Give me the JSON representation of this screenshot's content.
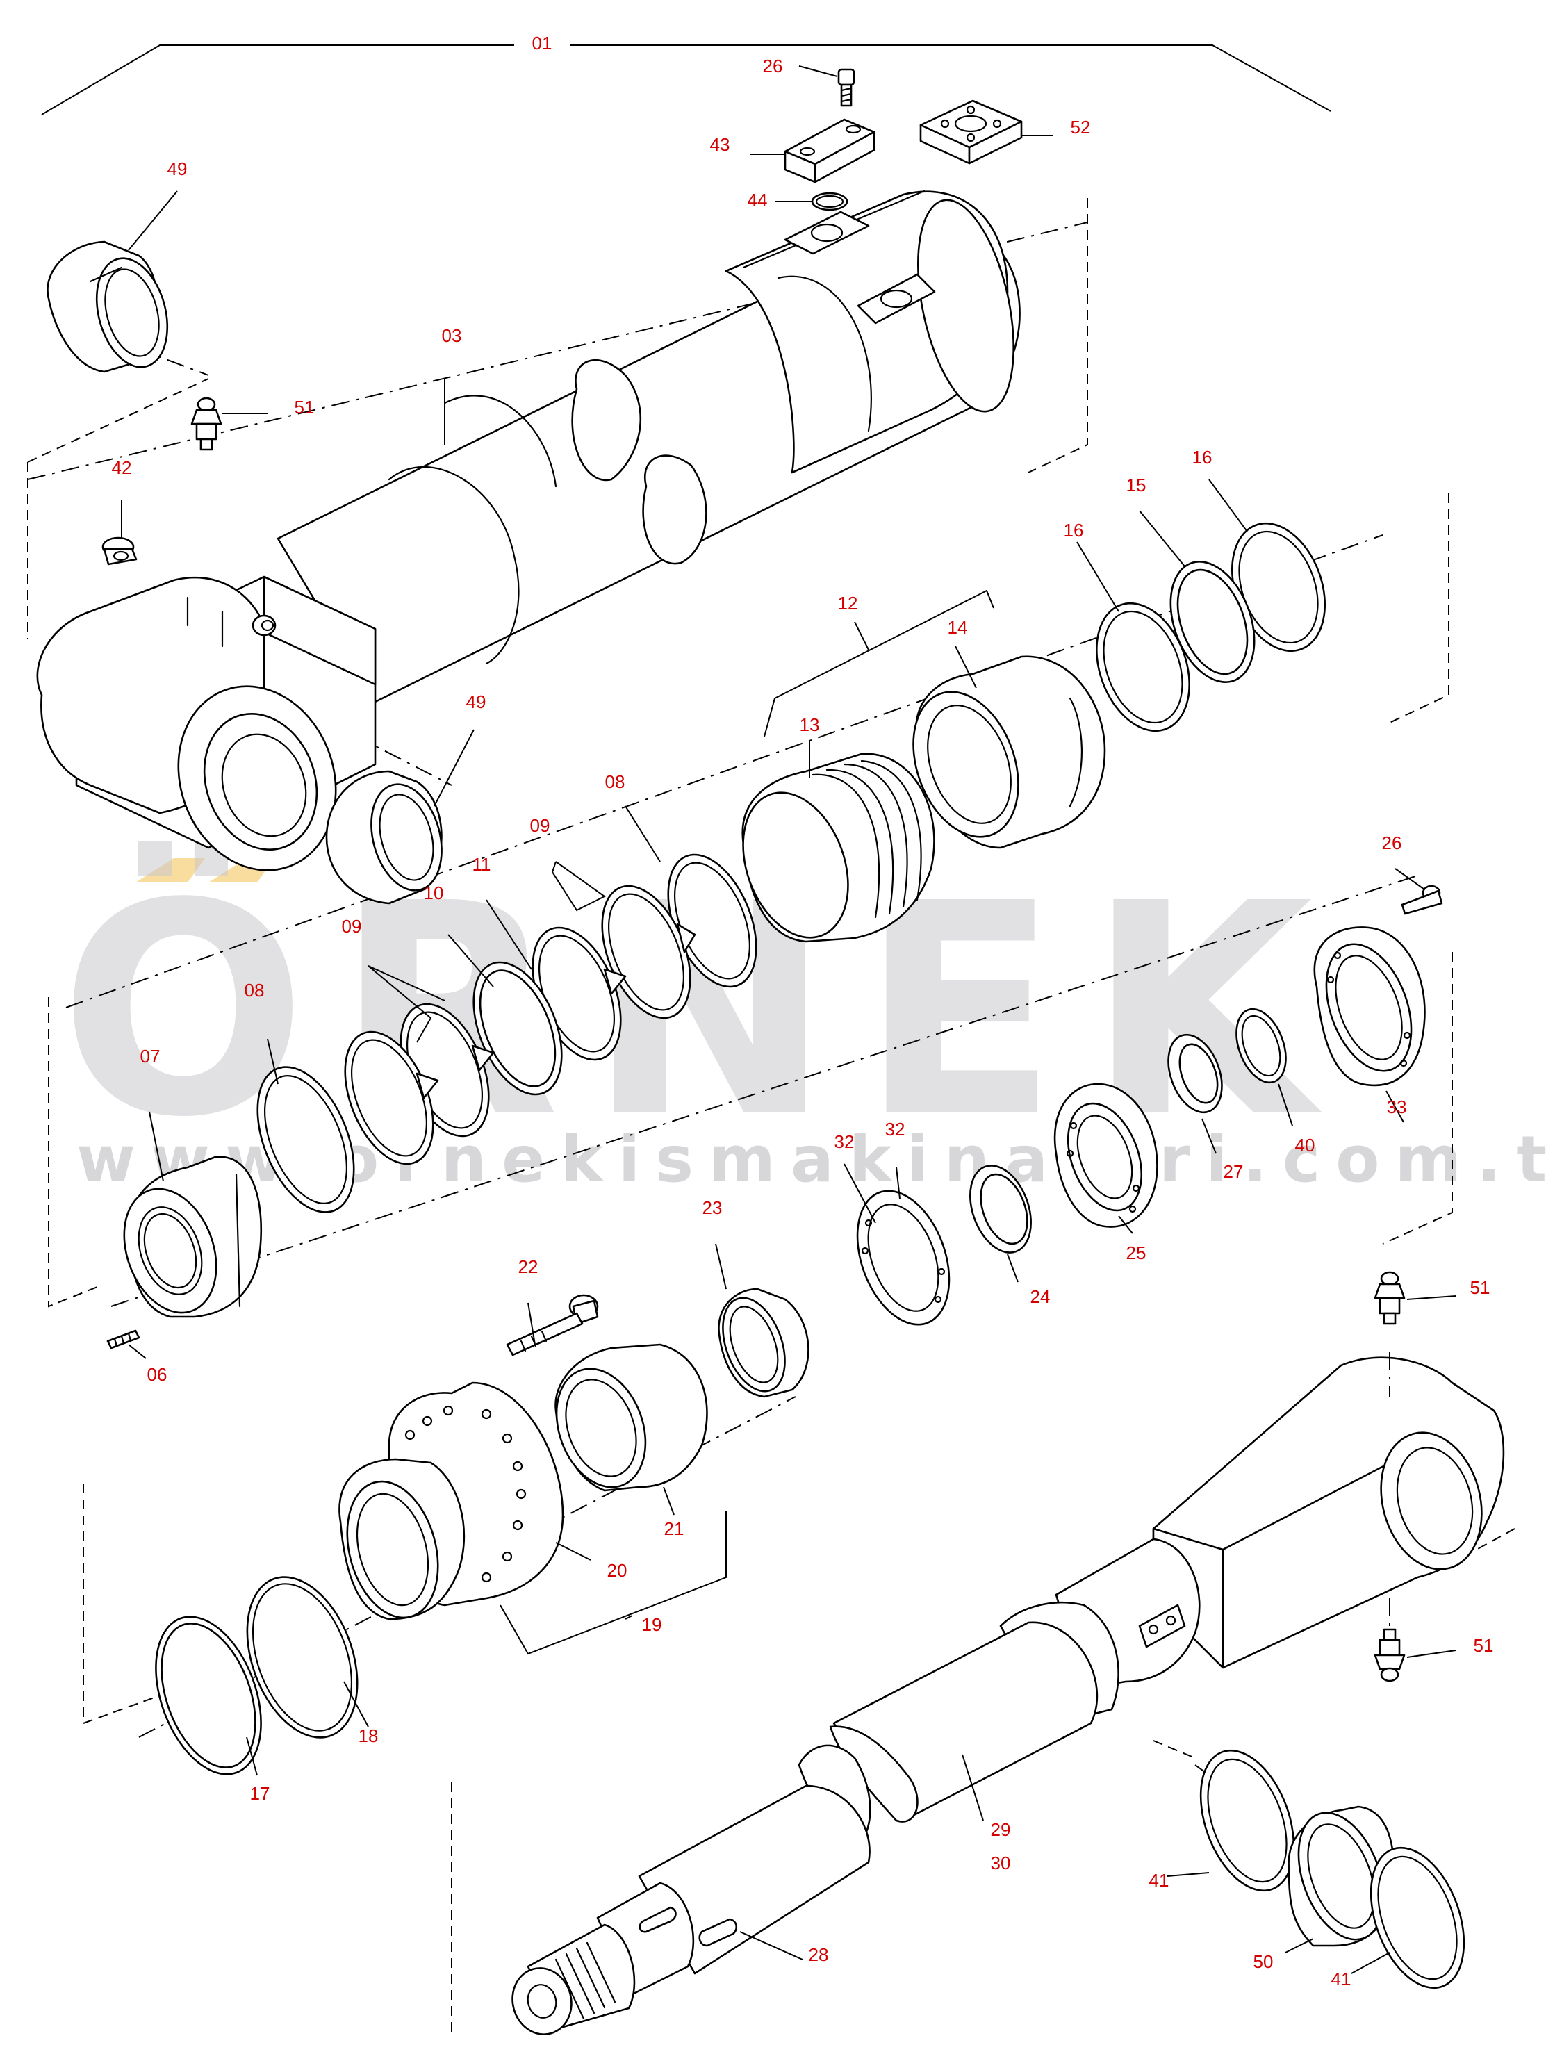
{
  "watermark": {
    "brand": "ÖRNEK",
    "url": "www.ornekismakinalari.com.tr",
    "accent_color": "#f2c14e",
    "text_color": "#c9c9cd"
  },
  "label_color": "#d40000",
  "callouts": [
    {
      "id": "lbl-01",
      "text": "01"
    },
    {
      "id": "lbl-26a",
      "text": "26"
    },
    {
      "id": "lbl-43",
      "text": "43"
    },
    {
      "id": "lbl-52",
      "text": "52"
    },
    {
      "id": "lbl-44",
      "text": "44"
    },
    {
      "id": "lbl-49a",
      "text": "49"
    },
    {
      "id": "lbl-03",
      "text": "03"
    },
    {
      "id": "lbl-51a",
      "text": "51"
    },
    {
      "id": "lbl-42",
      "text": "42"
    },
    {
      "id": "lbl-16a",
      "text": "16"
    },
    {
      "id": "lbl-15",
      "text": "15"
    },
    {
      "id": "lbl-16b",
      "text": "16"
    },
    {
      "id": "lbl-12",
      "text": "12"
    },
    {
      "id": "lbl-14",
      "text": "14"
    },
    {
      "id": "lbl-13",
      "text": "13"
    },
    {
      "id": "lbl-49b",
      "text": "49"
    },
    {
      "id": "lbl-08a",
      "text": "08"
    },
    {
      "id": "lbl-09a",
      "text": "09"
    },
    {
      "id": "lbl-11",
      "text": "11"
    },
    {
      "id": "lbl-10",
      "text": "10"
    },
    {
      "id": "lbl-09b",
      "text": "09"
    },
    {
      "id": "lbl-08b",
      "text": "08"
    },
    {
      "id": "lbl-07",
      "text": "07"
    },
    {
      "id": "lbl-26b",
      "text": "26"
    },
    {
      "id": "lbl-33",
      "text": "33"
    },
    {
      "id": "lbl-40",
      "text": "40"
    },
    {
      "id": "lbl-27",
      "text": "27"
    },
    {
      "id": "lbl-25",
      "text": "25"
    },
    {
      "id": "lbl-24",
      "text": "24"
    },
    {
      "id": "lbl-32a",
      "text": "32"
    },
    {
      "id": "lbl-32b",
      "text": "32"
    },
    {
      "id": "lbl-23",
      "text": "23"
    },
    {
      "id": "lbl-22",
      "text": "22"
    },
    {
      "id": "lbl-06",
      "text": "06"
    },
    {
      "id": "lbl-21",
      "text": "21"
    },
    {
      "id": "lbl-20",
      "text": "20"
    },
    {
      "id": "lbl-19",
      "text": "19"
    },
    {
      "id": "lbl-18",
      "text": "18"
    },
    {
      "id": "lbl-17",
      "text": "17"
    },
    {
      "id": "lbl-51b",
      "text": "51"
    },
    {
      "id": "lbl-51c",
      "text": "51"
    },
    {
      "id": "lbl-29",
      "text": "29"
    },
    {
      "id": "lbl-30",
      "text": "30"
    },
    {
      "id": "lbl-41a",
      "text": "41"
    },
    {
      "id": "lbl-50",
      "text": "50"
    },
    {
      "id": "lbl-41b",
      "text": "41"
    },
    {
      "id": "lbl-28",
      "text": "28"
    }
  ]
}
